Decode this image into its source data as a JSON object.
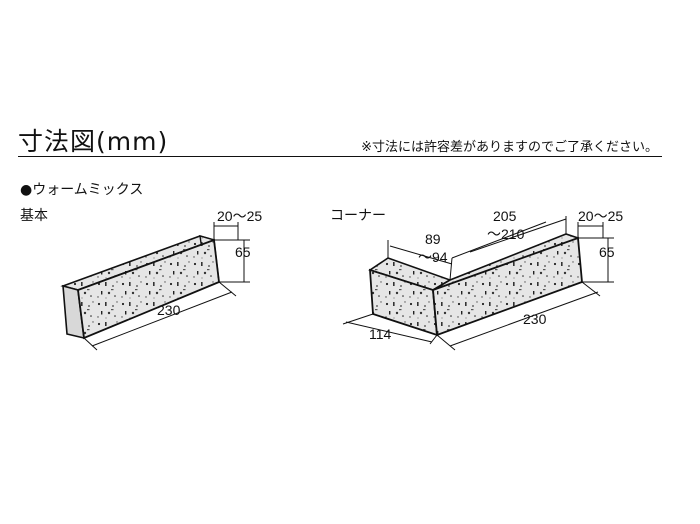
{
  "header": {
    "title": "寸法図(mm)",
    "note": "※寸法には許容差がありますのでご了承ください。"
  },
  "variant_label": "●ウォームミックス",
  "basic": {
    "label": "基本",
    "dims": {
      "depth": "20～25",
      "height": "65",
      "length": "230"
    }
  },
  "corner": {
    "label": "コーナー",
    "dims": {
      "depth": "20～25",
      "height": "65",
      "long_length": "230",
      "long_top_line1": "205",
      "long_top_line2": "～210",
      "short_top_line1": "89",
      "short_top_line2": "～94",
      "short_length": "114"
    }
  }
}
